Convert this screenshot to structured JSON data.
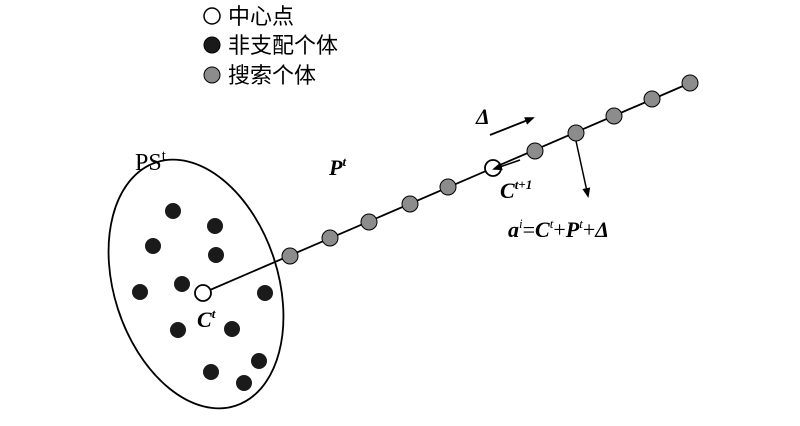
{
  "legend": {
    "center": "中心点",
    "nondominated": "非支配个体",
    "search": "搜索个体"
  },
  "labels": {
    "ps_main": "PS",
    "ps_sup": "t",
    "p_main": "P",
    "p_sup": "t",
    "delta": "Δ",
    "c_t_main": "C",
    "c_t_sup": "t",
    "c_t1_main": "C",
    "c_t1_sup": "t+1",
    "formula": {
      "a": "a",
      "a_sup": "i",
      "eq": "=",
      "c": "C",
      "c_sup": "t",
      "plus1": "+",
      "p": "P",
      "p_sup": "t",
      "plus2": "+",
      "delta": "Δ"
    }
  },
  "colors": {
    "center_fill": "#ffffff",
    "nondominated_fill": "#1a1a1a",
    "search_fill": "#8c8c8c",
    "stroke": "#000000"
  }
}
